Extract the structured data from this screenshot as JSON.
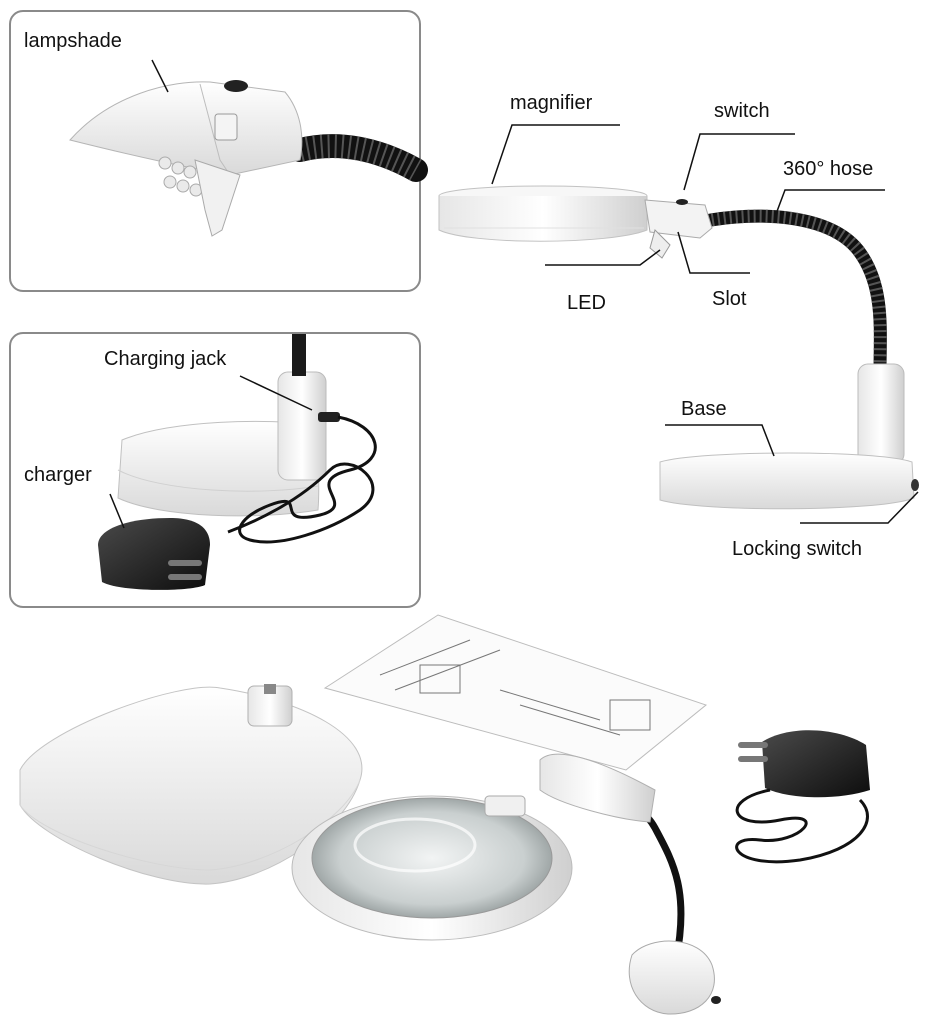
{
  "labels": {
    "lampshade": "lampshade",
    "charging_jack": "Charging jack",
    "charger": "charger",
    "magnifier": "magnifier",
    "switch": "switch",
    "hose": "360° hose",
    "led": "LED",
    "slot": "Slot",
    "base": "Base",
    "locking_switch": "Locking switch"
  }
}
